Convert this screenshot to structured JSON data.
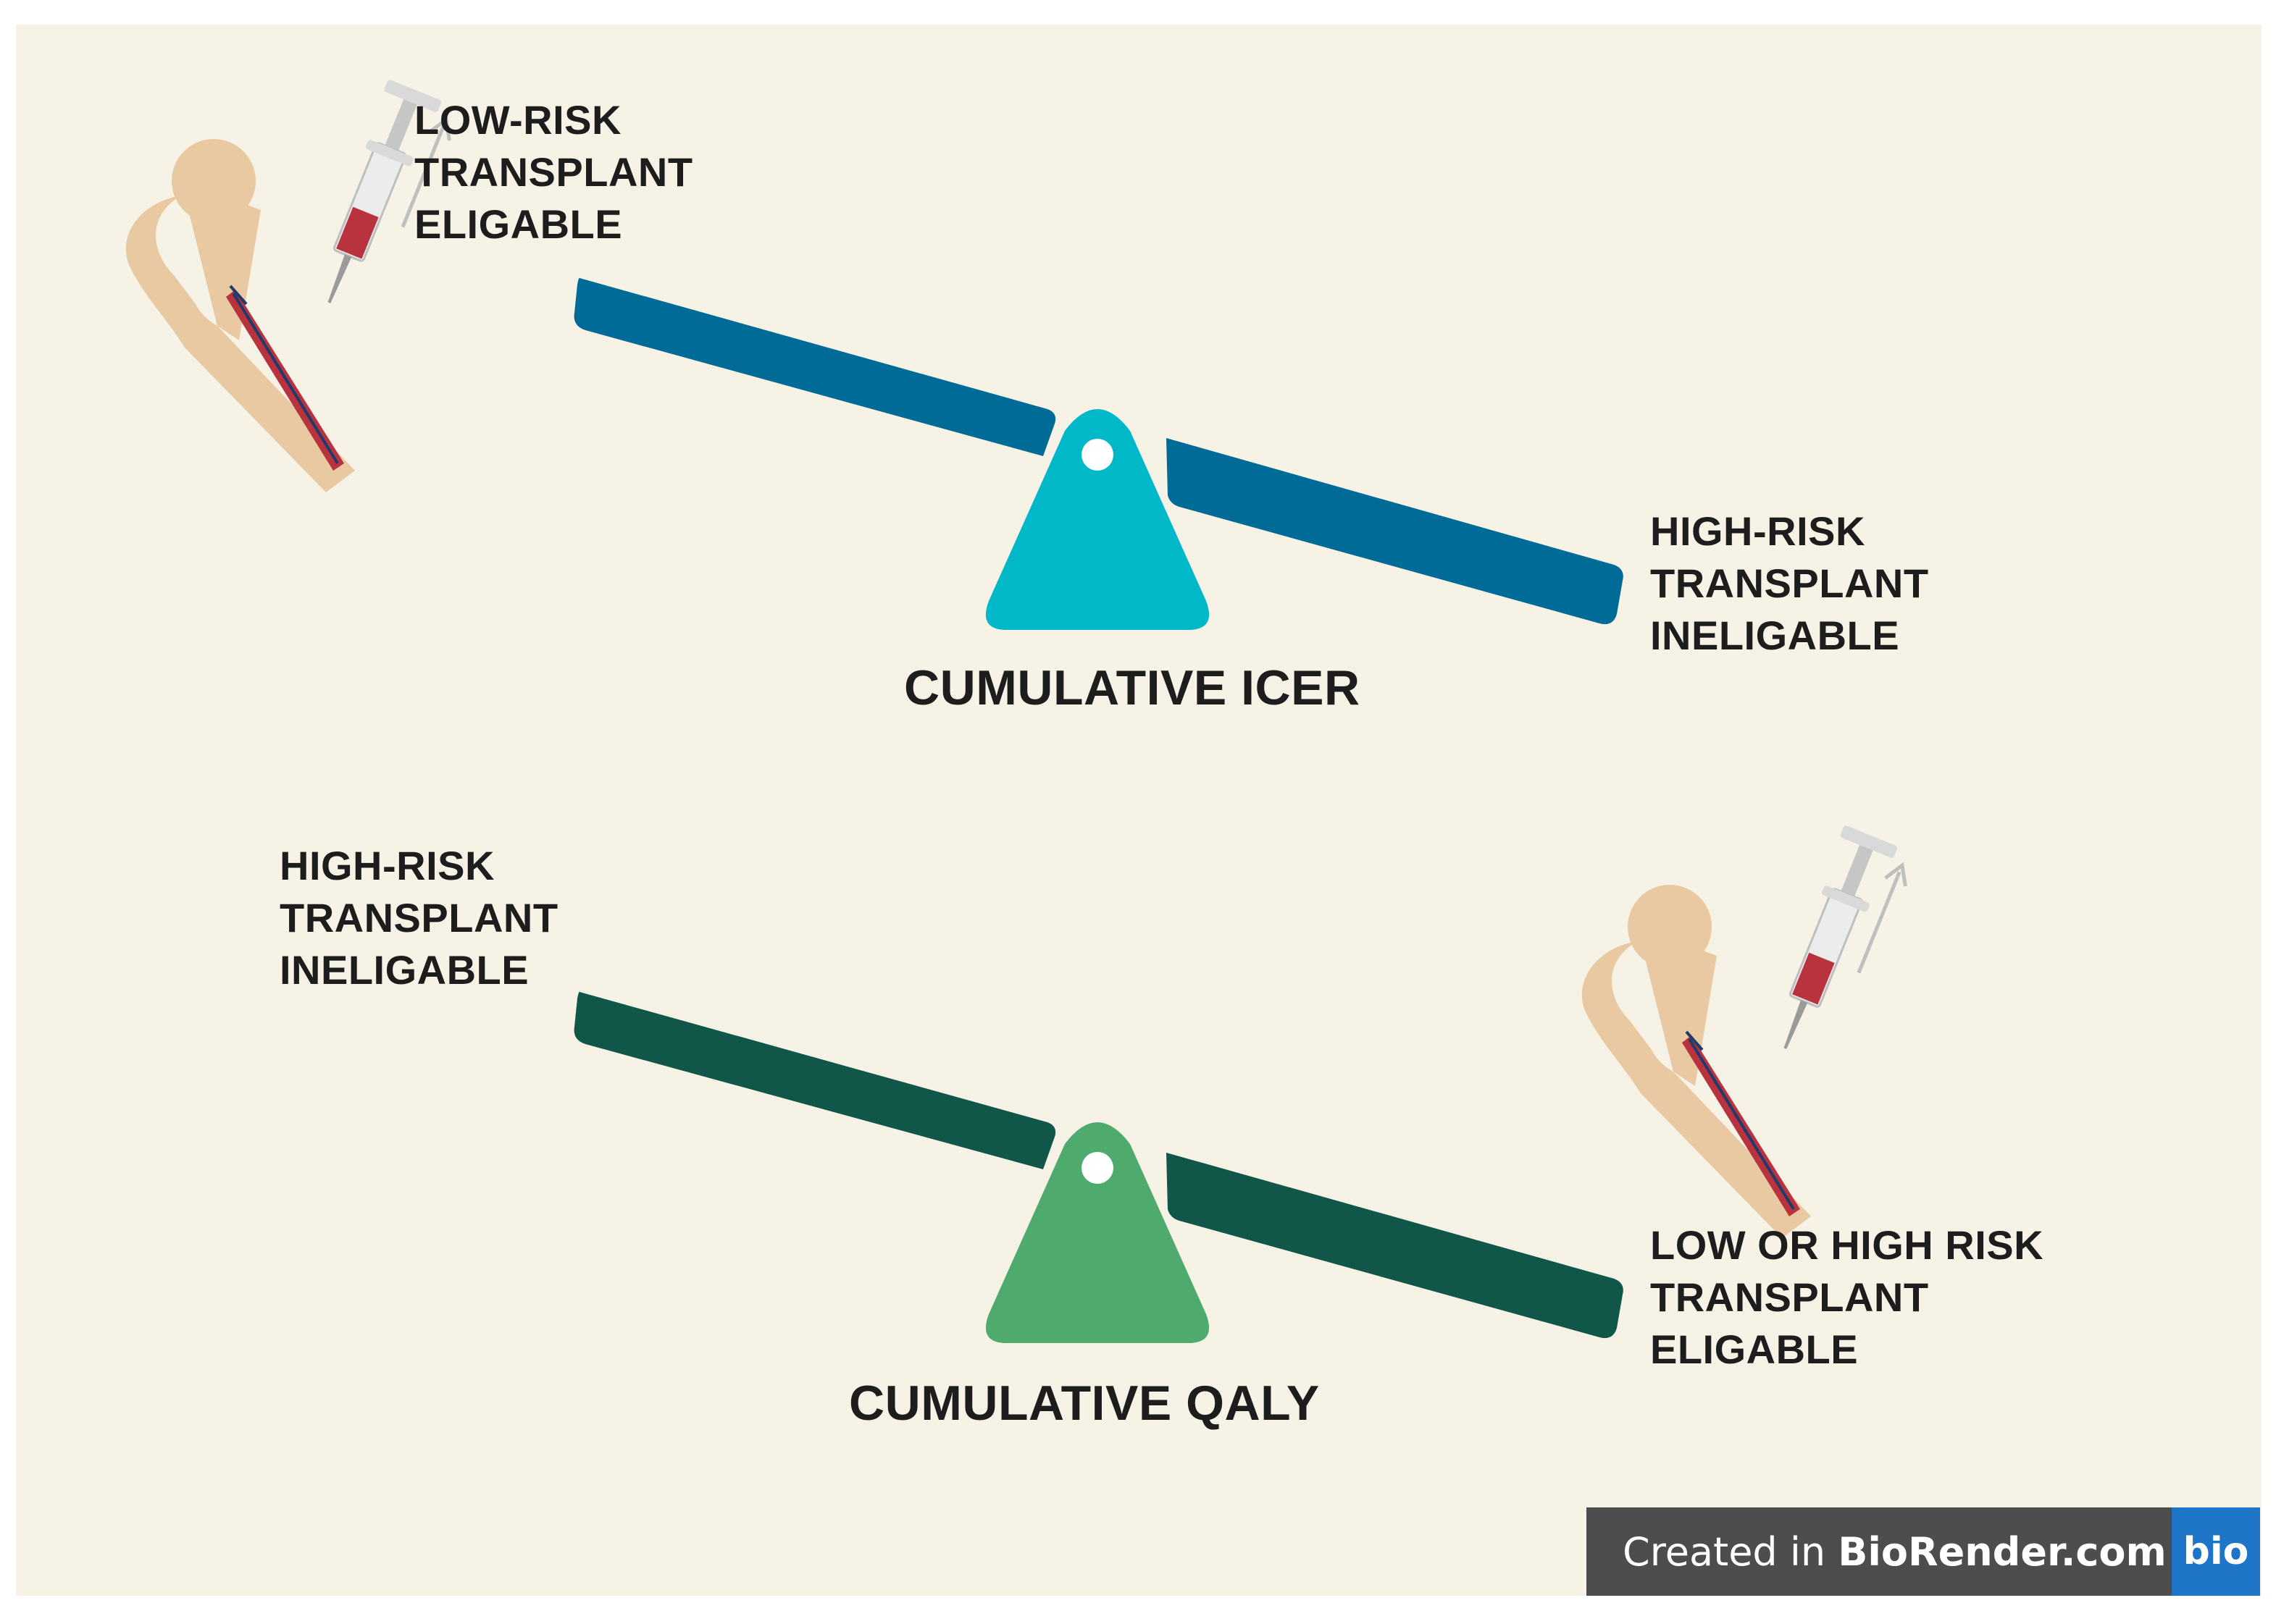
{
  "top_seesaw": {
    "left_label": [
      "LOW-RISK",
      "TRANSPLANT",
      "ELIGABLE"
    ],
    "right_label": [
      "HIGH-RISK",
      "TRANSPLANT",
      "INELIGABLE"
    ],
    "caption": "CUMULATIVE ICER",
    "beam_color": "#006b97",
    "fulcrum_color": "#00b8c8",
    "icon": "bone-syringe-icon"
  },
  "bottom_seesaw": {
    "left_label": [
      "HIGH-RISK",
      "TRANSPLANT",
      "INELIGABLE"
    ],
    "right_label": [
      "LOW OR HIGH RISK",
      "TRANSPLANT",
      "ELIGABLE"
    ],
    "caption": "CUMULATIVE QALY",
    "beam_color": "#10574a",
    "fulcrum_color": "#4eab6d",
    "icon": "bone-syringe-icon"
  },
  "badge": {
    "prefix": "Created in ",
    "brand": "BioRender.com",
    "logo": "bio"
  }
}
